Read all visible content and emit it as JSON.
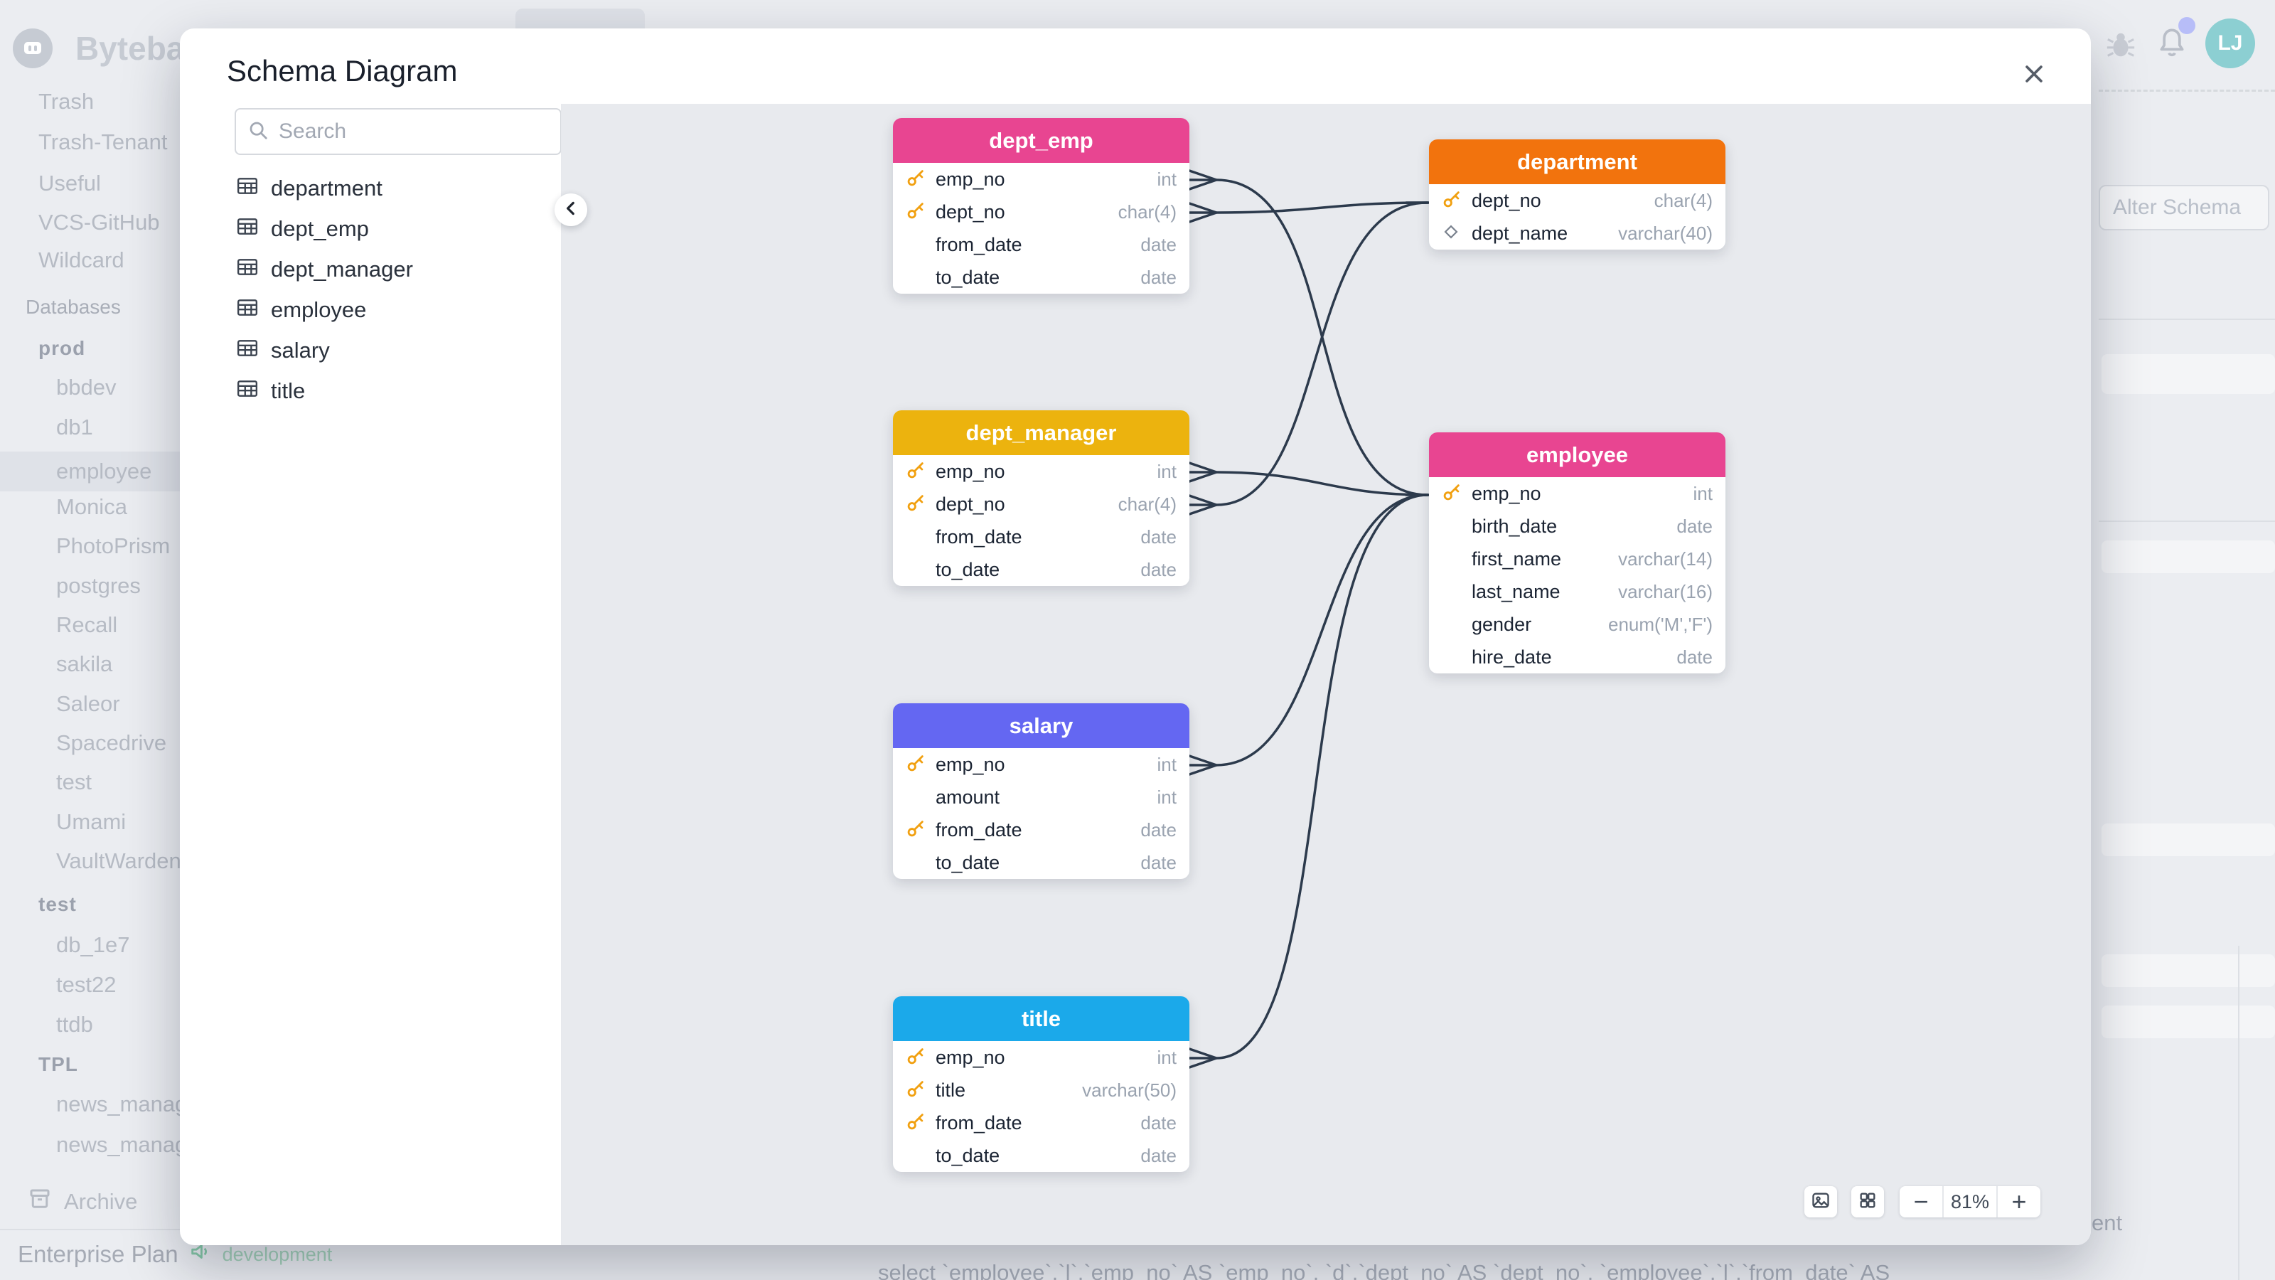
{
  "modal": {
    "title": "Schema Diagram",
    "search_placeholder": "Search",
    "table_list": [
      "department",
      "dept_emp",
      "dept_manager",
      "employee",
      "salary",
      "title"
    ],
    "zoom": {
      "level": "81%",
      "minus": "−",
      "plus": "+"
    },
    "edge_color": "#2c3a4c",
    "key_icon_color": "#f1a010",
    "tables": [
      {
        "name": "dept_emp",
        "header_color": "#e84591",
        "columns": [
          {
            "name": "emp_no",
            "type": "int",
            "key": true
          },
          {
            "name": "dept_no",
            "type": "char(4)",
            "key": true
          },
          {
            "name": "from_date",
            "type": "date"
          },
          {
            "name": "to_date",
            "type": "date"
          }
        ]
      },
      {
        "name": "department",
        "header_color": "#f2730d",
        "columns": [
          {
            "name": "dept_no",
            "type": "char(4)",
            "key": true
          },
          {
            "name": "dept_name",
            "type": "varchar(40)",
            "icon": "diamond"
          }
        ]
      },
      {
        "name": "dept_manager",
        "header_color": "#ecb30e",
        "columns": [
          {
            "name": "emp_no",
            "type": "int",
            "key": true
          },
          {
            "name": "dept_no",
            "type": "char(4)",
            "key": true
          },
          {
            "name": "from_date",
            "type": "date"
          },
          {
            "name": "to_date",
            "type": "date"
          }
        ]
      },
      {
        "name": "employee",
        "header_color": "#e84591",
        "columns": [
          {
            "name": "emp_no",
            "type": "int",
            "key": true
          },
          {
            "name": "birth_date",
            "type": "date"
          },
          {
            "name": "first_name",
            "type": "varchar(14)"
          },
          {
            "name": "last_name",
            "type": "varchar(16)"
          },
          {
            "name": "gender",
            "type": "enum('M','F')"
          },
          {
            "name": "hire_date",
            "type": "date"
          }
        ]
      },
      {
        "name": "salary",
        "header_color": "#6467f2",
        "columns": [
          {
            "name": "emp_no",
            "type": "int",
            "key": true
          },
          {
            "name": "amount",
            "type": "int"
          },
          {
            "name": "from_date",
            "type": "date",
            "key": true
          },
          {
            "name": "to_date",
            "type": "date"
          }
        ]
      },
      {
        "name": "title",
        "header_color": "#1ba9ea",
        "columns": [
          {
            "name": "emp_no",
            "type": "int",
            "key": true
          },
          {
            "name": "title",
            "type": "varchar(50)",
            "key": true
          },
          {
            "name": "from_date",
            "type": "date",
            "key": true
          },
          {
            "name": "to_date",
            "type": "date"
          }
        ]
      }
    ]
  },
  "background": {
    "logo_text": "Bytebase",
    "avatar_initials": "LJ",
    "sidebar": {
      "top_items": [
        "Trash",
        "Trash-Tenant",
        "Useful",
        "VCS-GitHub",
        "Wildcard"
      ],
      "section_databases": "Databases",
      "groups": [
        {
          "name": "prod",
          "databases": [
            "bbdev",
            "db1",
            "employee",
            "Monica",
            "PhotoPrism",
            "postgres",
            "Recall",
            "sakila",
            "Saleor",
            "Spacedrive",
            "test",
            "Umami",
            "VaultWarden"
          ],
          "selected": "employee"
        },
        {
          "name": "test",
          "databases": [
            "db_1e7",
            "test22",
            "ttdb"
          ]
        },
        {
          "name": "TPL",
          "databases": [
            "news_manage",
            "news_manage"
          ]
        }
      ],
      "archive": "Archive"
    },
    "footer": {
      "plan": "Enterprise Plan",
      "environment": "development"
    },
    "right_panel": {
      "alter_schema": "Alter Schema"
    },
    "bottom": {
      "sql": "select `employee`.`l`.`emp_no` AS `emp_no`, `d`.`dept_no` AS `dept_no`, `employee`.`l`.`from_date` AS",
      "partial_text": "ent"
    }
  }
}
